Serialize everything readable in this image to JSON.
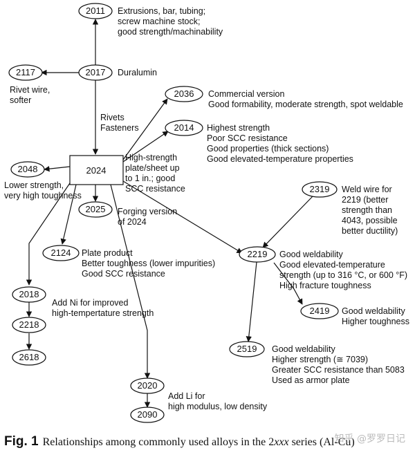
{
  "nodes": {
    "n2011": "2011",
    "n2117": "2117",
    "n2017": "2017",
    "n2036": "2036",
    "n2014": "2014",
    "n2024": "2024",
    "n2048": "2048",
    "n2025": "2025",
    "n2319": "2319",
    "n2124": "2124",
    "n2219": "2219",
    "n2018": "2018",
    "n2419": "2419",
    "n2218": "2218",
    "n2519": "2519",
    "n2618": "2618",
    "n2020": "2020",
    "n2090": "2090"
  },
  "notes": {
    "n2011": [
      "Extrusions, bar, tubing;",
      "screw machine stock;",
      "good strength/machinability"
    ],
    "n2017": [
      "Duralumin"
    ],
    "n2117": [
      "Rivet wire,",
      "softer"
    ],
    "n2036": [
      "Commercial version",
      "Good formability, moderate strength, spot weldable"
    ],
    "rivets": [
      "Rivets",
      "Fasteners"
    ],
    "n2014": [
      "Highest strength",
      "Poor SCC resistance",
      "Good properties (thick sections)",
      "Good elevated-temperature properties"
    ],
    "n2024": [
      "High-strength",
      "plate/sheet up",
      "to 1 in.; good",
      "SCC resistance"
    ],
    "n2048": [
      "Lower strength,",
      "very high toughness"
    ],
    "n2025": [
      "Forging version",
      "of 2024"
    ],
    "n2319": [
      "Weld wire for",
      "2219 (better",
      "strength than",
      "4043, possible",
      "better ductility)"
    ],
    "n2124": [
      "Plate product",
      "Better toughness (lower impurities)",
      "Good SCC resistance"
    ],
    "n2219": [
      "Good weldability",
      "Good elevated-temperature",
      "strength (up to 316 °C, or 600 °F)",
      "High fracture toughness"
    ],
    "n2018": [
      "Add Ni for improved",
      "high-tempertature strength"
    ],
    "n2419": [
      "Good weldability",
      "Higher toughness"
    ],
    "n2519": [
      "Good weldability",
      "Higher strength (≅ 7039)",
      "Greater SCC resistance than 5083",
      "Used as armor plate"
    ],
    "n2020": [
      "Add Li for",
      "high modulus, low density"
    ]
  },
  "caption": {
    "label": "Fig. 1",
    "text_before": "Relationships among commonly used alloys in the 2",
    "text_italic": "xxx",
    "text_after": " series (Al-Cu)"
  },
  "watermark": "知乎 @罗罗日记"
}
